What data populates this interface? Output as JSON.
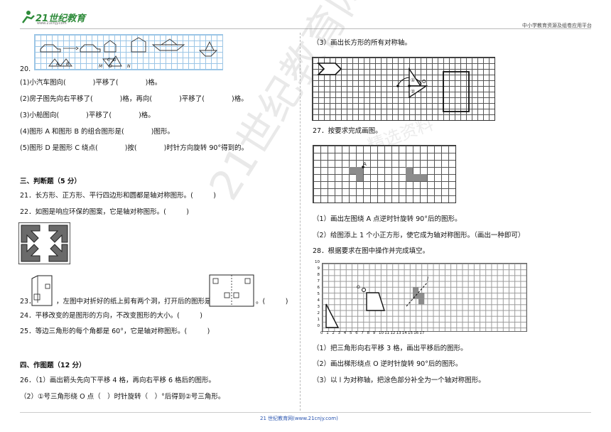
{
  "header": {
    "logo_text": "21世纪教育",
    "logo_sub": "www.21cnjy.com",
    "right_text": "中小学教育资源及组卷应用平台"
  },
  "watermark": "21世纪教育网",
  "watermark2": "精选资料",
  "left": {
    "q20": {
      "number": "20.",
      "labels": [
        "A",
        "B",
        "C",
        "D",
        "M",
        "O",
        "N"
      ],
      "items": [
        "(1)小汽车图向(　　　　)平移了(　　　　)格。",
        "(2)房子图先向右平移了(　　　　)格，再向(　　　　)平移了(　　　　)格。",
        "(3)小船图向(　　　　)平移了(　　　　)格。",
        "(4)图形 A 和图形 B 的组合图形是(　　　　)图形。",
        "(5)图形 D 是图形 C 绕点(　　　　)按(　　　　)时针方向旋转 90°得到的。"
      ]
    },
    "section3": "三、判断题（5 分）",
    "q21": "21．长方形、正方形、平行四边形和圆都是轴对称图形。(　　　)",
    "q22": "22．如图是响应环保的图案，它是轴对称图形。(　　　)",
    "q23_prefix": "23．",
    "q23_mid": "，左图中对折好的纸上剪有两个洞，打开后的图形是",
    "q23_suffix": "。(　　　)",
    "q24": "24．平移改变的是图形的方向，不改变图形的大小。(　　　)",
    "q25": "25．等边三角形的每个角都是 60°，它是轴对称图形。(　　　)",
    "section4": "四、作图题（12 分）",
    "q26": "26．（1）画出箭头先向下平移 4 格，再向右平移 6 格后的图形。",
    "q26_2": "（2）①号三角形绕 O 点（　）时针旋转（　）°后得到②号三角形。"
  },
  "right": {
    "q26_3": "（3）画出长方形的所有对称轴。",
    "grid1_labels": [
      "①",
      "O",
      "②"
    ],
    "q27": "27．按要求完成画图。",
    "grid2_label": "A",
    "q27_1": "（1）画出左图绕 A 点逆时针旋转 90°后的图形。",
    "q27_2": "（2）给图添上 1 个小正方形，使它成为轴对称图形。（画出一种即可）",
    "q28": "28．根据要求在图中操作并完成填空。",
    "grid3": {
      "y_ticks": [
        "0",
        "1",
        "2",
        "3",
        "4",
        "5",
        "6",
        "7",
        "8",
        "9",
        "10"
      ],
      "x_ticks": [
        "0",
        "1",
        "2",
        "3",
        "4",
        "5",
        "6",
        "7",
        "8",
        "9",
        "10",
        "11",
        "12",
        "13",
        "14",
        "15",
        "16",
        "17"
      ],
      "line_label": "l",
      "point_label": "O"
    },
    "q28_1": "（1）把三角形向右平移 3 格，画出平移后的图形。",
    "q28_2": "（2）画出梯形绕点 O 逆时针旋转 90°后的图形。",
    "q28_3": "（3）以 l 为对称轴，把涂色部分补全为一个轴对称图形。"
  },
  "footer": "21 世纪教育网(www.21cnjy.com)",
  "colors": {
    "blue_grid": "#9cc6e6",
    "shade": "#8c8c8c",
    "footer": "#2a55b0",
    "logo": "#2e8b3a"
  }
}
